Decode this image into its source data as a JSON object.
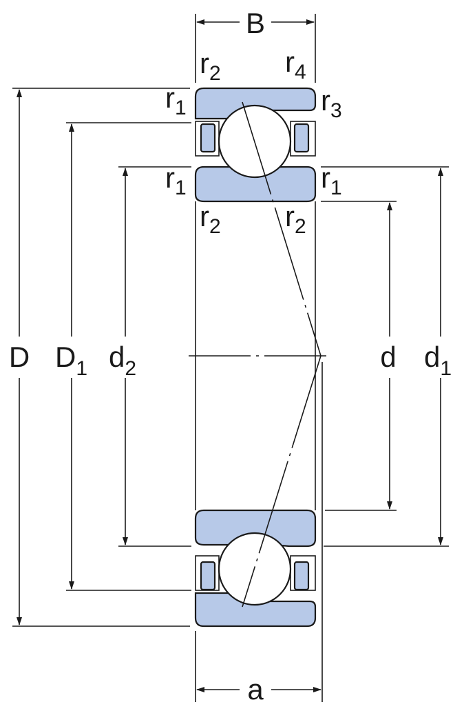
{
  "colors": {
    "steel": "#b7c9e8",
    "line": "#1a1a1a",
    "background": "#ffffff"
  },
  "labels": {
    "B": "B",
    "a": "a",
    "D": "D",
    "D1_main": "D",
    "D1_sub": "1",
    "d2_main": "d",
    "d2_sub": "2",
    "d": "d",
    "d1_main": "d",
    "d1_sub": "1",
    "r2_top_left_main": "r",
    "r2_top_left_sub": "2",
    "r4_main": "r",
    "r4_sub": "4",
    "r1_outer_main": "r",
    "r1_outer_sub": "1",
    "r3_main": "r",
    "r3_sub": "3",
    "r1_inner_left_main": "r",
    "r1_inner_left_sub": "1",
    "r1_inner_right_main": "r",
    "r1_inner_right_sub": "1",
    "r2_bottom_left_main": "r",
    "r2_bottom_left_sub": "2",
    "r2_bottom_right_main": "r",
    "r2_bottom_right_sub": "2"
  }
}
